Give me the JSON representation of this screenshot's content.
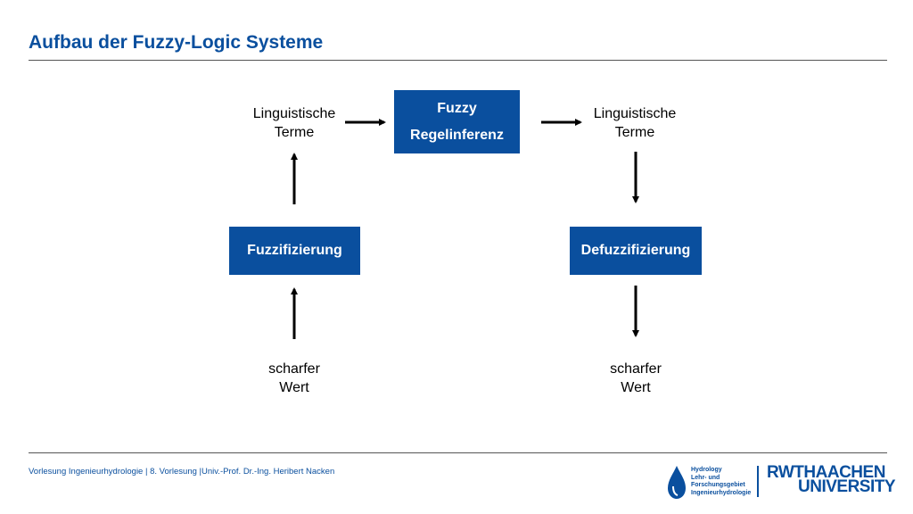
{
  "title": "Aufbau der Fuzzy-Logic Systeme",
  "diagram": {
    "inference_box": {
      "line1": "Fuzzy",
      "line2": "Regelinferenz"
    },
    "fuzzification_box": "Fuzzifizierung",
    "defuzzification_box": "Defuzzifizierung",
    "left_terms": {
      "line1": "Linguistische",
      "line2": "Terme"
    },
    "right_terms": {
      "line1": "Linguistische",
      "line2": "Terme"
    },
    "left_value": {
      "line1": "scharfer",
      "line2": "Wert"
    },
    "right_value": {
      "line1": "scharfer",
      "line2": "Wert"
    }
  },
  "footer": {
    "text": "Vorlesung Ingenieurhydrologie | 8. Vorlesung |Univ.-Prof. Dr.-Ing. Heribert Nacken"
  },
  "logos": {
    "hydrology": "Hydrology Lehr- und Forschungsgebiet Ingenieurhydrologie",
    "university_line1": "RWTHAACHEN",
    "university_line2": "UNIVERSITY"
  },
  "colors": {
    "accent": "#0a4f9e"
  }
}
